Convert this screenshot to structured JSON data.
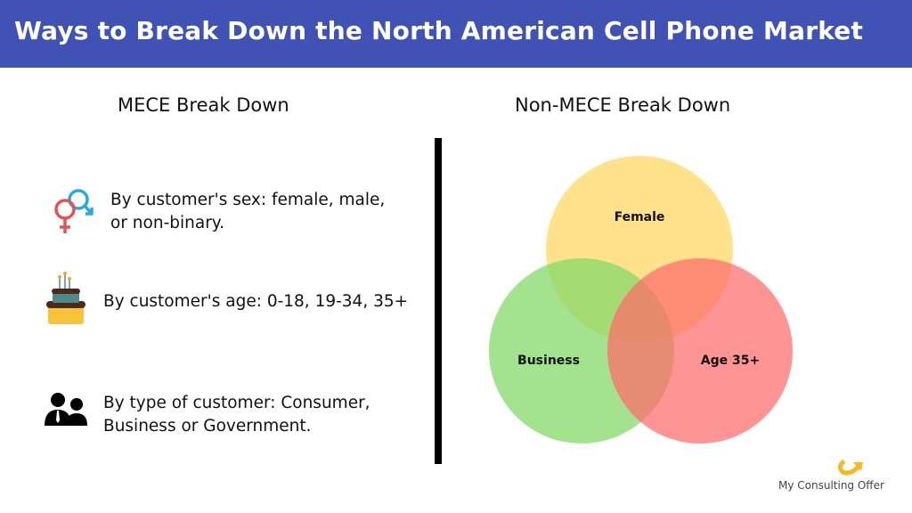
{
  "header": {
    "title": "Ways to Break Down the North American Cell Phone Market"
  },
  "mece": {
    "heading": "MECE Break Down",
    "items": [
      {
        "icon": "gender-symbols-icon",
        "line1": "By customer's sex: female, male,",
        "line2": "or non-binary."
      },
      {
        "icon": "birthday-cake-icon",
        "line1": "By customer's age: 0-18, 19-34, 35+",
        "line2": ""
      },
      {
        "icon": "business-people-icon",
        "line1": "By type of customer: Consumer,",
        "line2": "Business or Government."
      }
    ]
  },
  "non_mece": {
    "heading": "Non-MECE Break Down",
    "circles": [
      {
        "label": "Female",
        "color": "#FFDB6E"
      },
      {
        "label": "Business",
        "color": "#86D968"
      },
      {
        "label": "Age 35+",
        "color": "#FF6B6B"
      }
    ]
  },
  "brand": {
    "name": "My Consulting Offer"
  },
  "colors": {
    "header": "#4053B4"
  }
}
